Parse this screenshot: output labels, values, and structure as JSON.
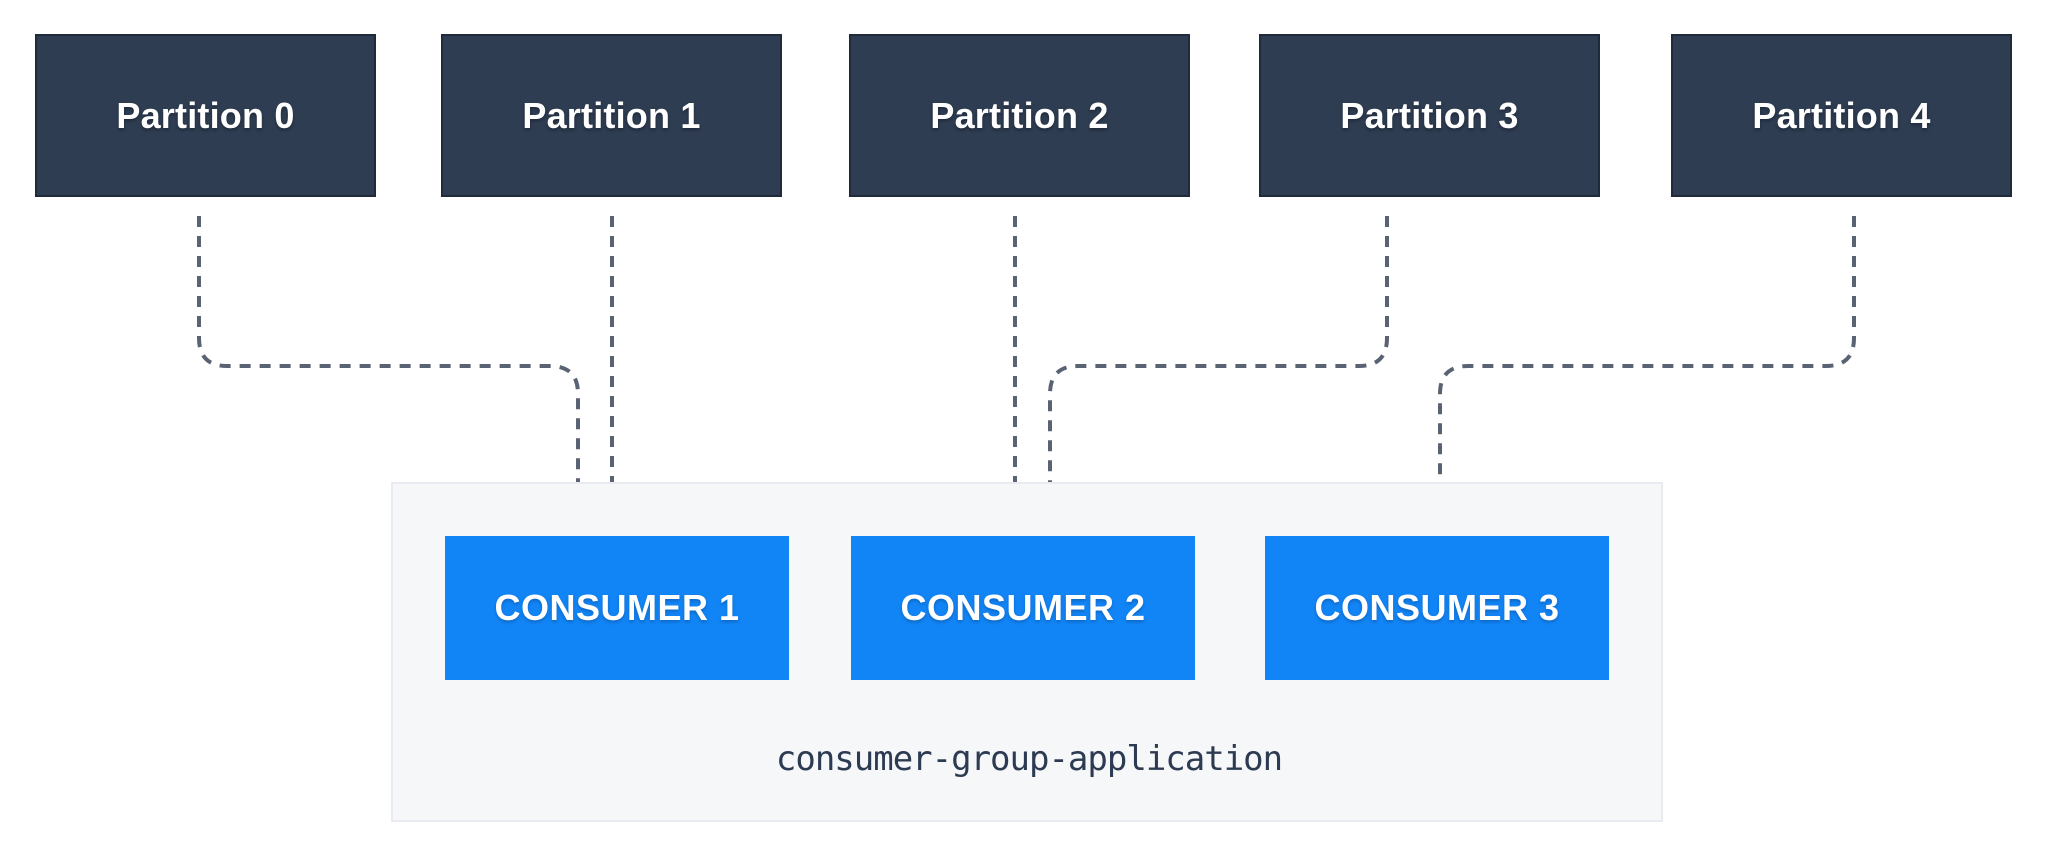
{
  "diagram": {
    "title": "kafka-partitions-to-consumer-group",
    "partitions": [
      {
        "label": "Partition 0"
      },
      {
        "label": "Partition 1"
      },
      {
        "label": "Partition 2"
      },
      {
        "label": "Partition 3"
      },
      {
        "label": "Partition 4"
      }
    ],
    "consumer_group": {
      "label": "consumer-group-application",
      "consumers": [
        {
          "label": "CONSUMER 1"
        },
        {
          "label": "CONSUMER 2"
        },
        {
          "label": "CONSUMER 3"
        }
      ]
    },
    "connections": [
      {
        "from": "Partition 0",
        "to": "CONSUMER 1",
        "style": "dashed-arrow"
      },
      {
        "from": "Partition 1",
        "to": "CONSUMER 1",
        "style": "dashed-arrow"
      },
      {
        "from": "Partition 2",
        "to": "CONSUMER 2",
        "style": "dashed-arrow"
      },
      {
        "from": "Partition 3",
        "to": "CONSUMER 2",
        "style": "dashed-arrow"
      },
      {
        "from": "Partition 4",
        "to": "CONSUMER 3",
        "style": "dashed-arrow"
      }
    ],
    "colors": {
      "partition_fill": "#2f3d52",
      "partition_border": "#1f2a3a",
      "partition_text": "#ffffff",
      "consumer_fill": "#1285f6",
      "consumer_text": "#ffffff",
      "group_fill": "#f6f7f9",
      "group_border": "#e9ebf0",
      "connector": "#5a6373",
      "group_label_color": "#2c3a52",
      "canvas_bg": "#ffffff"
    }
  }
}
